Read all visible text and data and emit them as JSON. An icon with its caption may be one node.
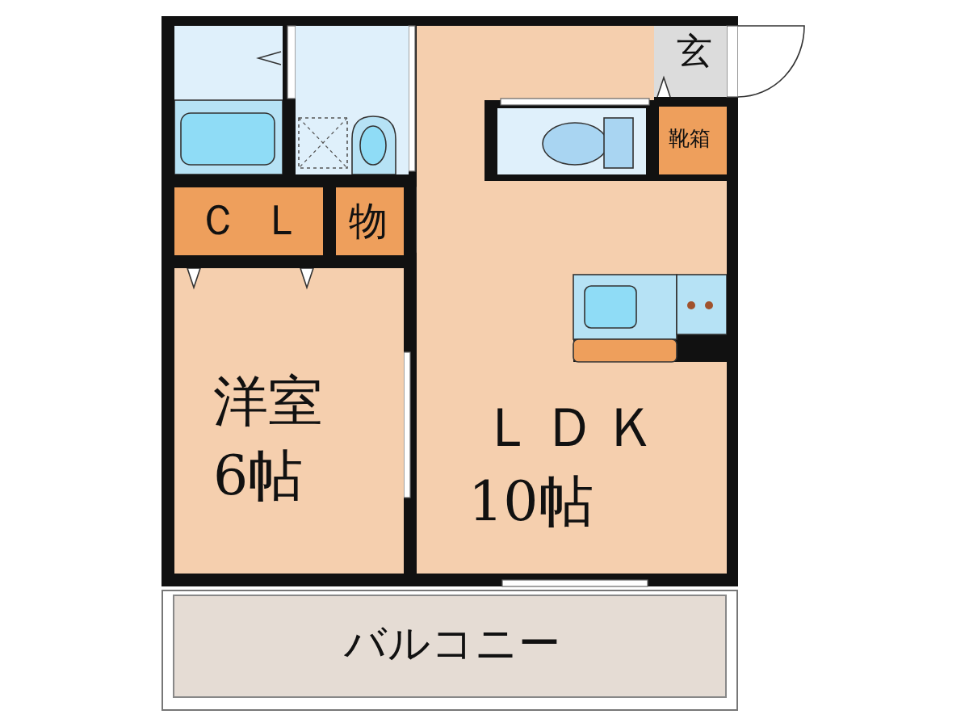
{
  "diagram": {
    "nodes": [
      {
        "text": [],
        "shape": "box"
      },
      {
        "text": [],
        "shape": "box"
      },
      {
        "text": [],
        "shape": "box"
      },
      {
        "text": [
          "玄"
        ]
      },
      {
        "text": [
          "靴箱"
        ]
      },
      {
        "text": [
          "ＣＬ"
        ]
      },
      {
        "text": [
          "物"
        ]
      },
      {
        "text": [
          "洋室",
          "6帖"
        ]
      },
      {
        "text": [
          "ＬＤＫ",
          "10帖"
        ]
      },
      {
        "text": [
          "バルコニー"
        ]
      }
    ],
    "edges": []
  }
}
